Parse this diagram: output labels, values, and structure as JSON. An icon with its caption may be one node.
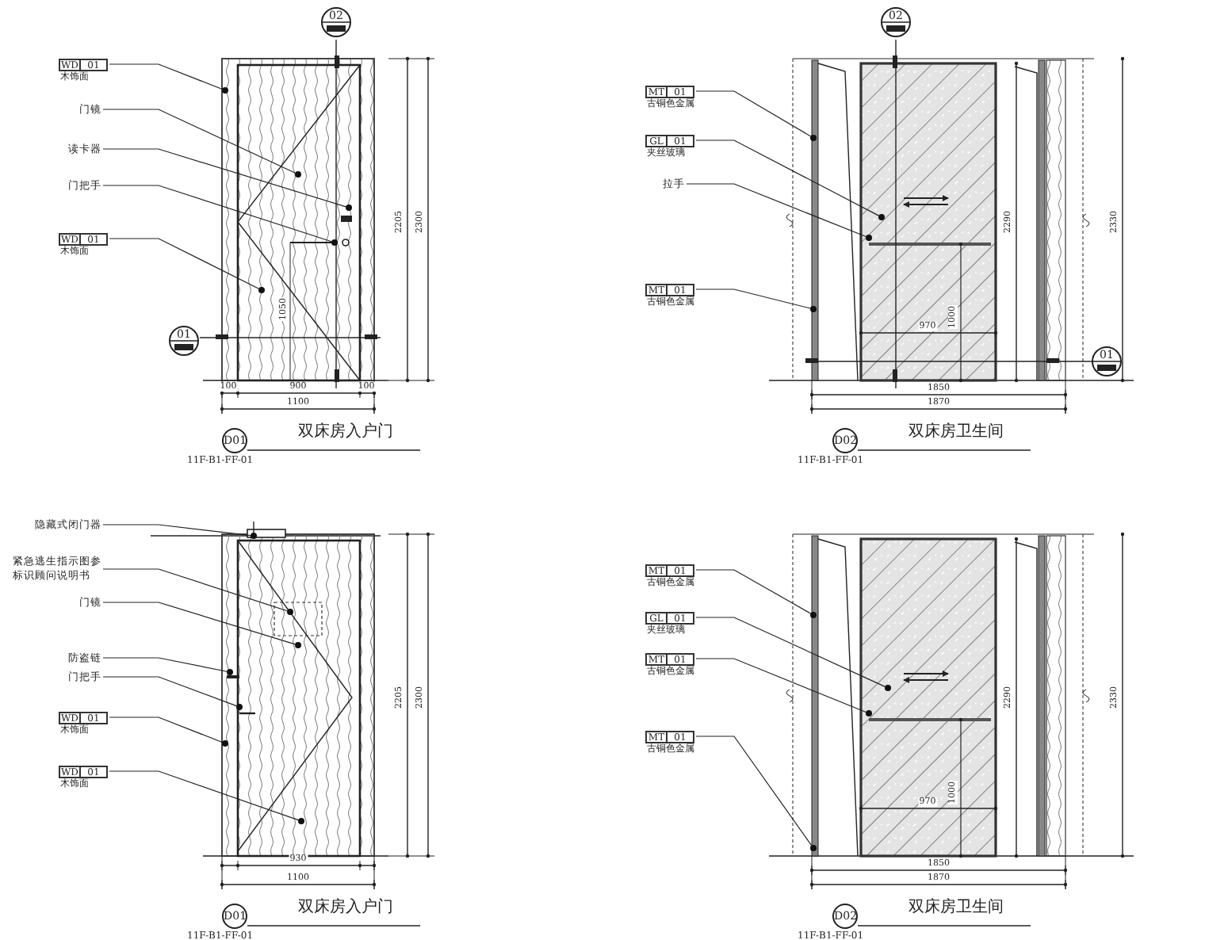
{
  "diagram": {
    "nodes": [
      {
        "text": [
          "WD",
          "01"
        ],
        "beside": [
          "木饰面"
        ]
      },
      {
        "text": [
          "门镜"
        ]
      },
      {
        "text": [
          "读卡器"
        ]
      },
      {
        "text": [
          "门把手"
        ]
      },
      {
        "text": [
          "WD",
          "01"
        ],
        "beside": [
          "木饰面"
        ]
      },
      {
        "text": [],
        "shape": "dot"
      },
      {
        "text": [],
        "shape": "dot"
      },
      {
        "text": [],
        "shape": "dot"
      },
      {
        "text": [],
        "shape": "dot"
      },
      {
        "text": [],
        "shape": "dot"
      },
      {
        "text": [
          "D01"
        ],
        "beside": [
          "双床房入户门",
          "11F-B1-FF-01"
        ]
      },
      {
        "text": [
          "MT",
          "01"
        ],
        "beside": [
          "古铜色金属"
        ]
      },
      {
        "text": [
          "GL",
          "01"
        ],
        "beside": [
          "夹丝玻璃"
        ]
      },
      {
        "text": [
          "拉手"
        ]
      },
      {
        "text": [
          "MT",
          "01"
        ],
        "beside": [
          "古铜色金属"
        ]
      },
      {
        "text": [],
        "shape": "dot"
      },
      {
        "text": [],
        "shape": "dot"
      },
      {
        "text": [],
        "shape": "dot"
      },
      {
        "text": [],
        "shape": "dot"
      },
      {
        "text": [
          "D02"
        ],
        "beside": [
          "双床房卫生间",
          "11F-B1-FF-01"
        ]
      },
      {
        "text": [
          "隐藏式闭门器"
        ]
      },
      {
        "text": [
          "紧急逃生指示图参标识顾问说明书"
        ]
      },
      {
        "text": [
          "门镜"
        ]
      },
      {
        "text": [
          "防盗链"
        ]
      },
      {
        "text": [
          "门把手"
        ]
      },
      {
        "text": [
          "WD",
          "01"
        ],
        "beside": [
          "木饰面"
        ]
      },
      {
        "text": [
          "WD",
          "01"
        ],
        "beside": [
          "木饰面"
        ]
      },
      {
        "text": [],
        "shape": "dot"
      },
      {
        "text": [],
        "shape": "dot"
      },
      {
        "text": [],
        "shape": "dot"
      },
      {
        "text": [],
        "shape": "dot"
      },
      {
        "text": [],
        "shape": "dot"
      },
      {
        "text": [],
        "shape": "dot"
      },
      {
        "text": [],
        "shape": "dot"
      },
      {
        "text": [
          "D01"
        ],
        "beside": [
          "双床房入户门",
          "11F-B1-FF-01"
        ]
      },
      {
        "text": [
          "MT",
          "01"
        ],
        "beside": [
          "古铜色金属"
        ]
      },
      {
        "text": [
          "GL",
          "01"
        ],
        "beside": [
          "夹丝玻璃"
        ]
      },
      {
        "text": [
          "MT",
          "01"
        ],
        "beside": [
          "古铜色金属"
        ]
      },
      {
        "text": [
          "MT",
          "01"
        ],
        "beside": [
          "古铜色金属"
        ]
      },
      {
        "text": [],
        "shape": "dot"
      },
      {
        "text": [],
        "shape": "dot"
      },
      {
        "text": [],
        "shape": "dot"
      },
      {
        "text": [],
        "shape": "dot"
      },
      {
        "text": [
          "D02"
        ],
        "beside": [
          "双床房卫生间",
          "11F-B1-FF-01"
        ]
      }
    ],
    "edges": [
      {
        "from": 0,
        "to": 5,
        "arrow": "none"
      },
      {
        "from": 1,
        "to": 6,
        "arrow": "none"
      },
      {
        "from": 2,
        "to": 7,
        "arrow": "none"
      },
      {
        "from": 3,
        "to": 8,
        "arrow": "none"
      },
      {
        "from": 4,
        "to": 9,
        "arrow": "none"
      },
      {
        "from": 11,
        "to": 15,
        "arrow": "none"
      },
      {
        "from": 12,
        "to": 16,
        "arrow": "none"
      },
      {
        "from": 13,
        "to": 17,
        "arrow": "none"
      },
      {
        "from": 14,
        "to": 18,
        "arrow": "none"
      },
      {
        "from": 20,
        "to": 27,
        "arrow": "none"
      },
      {
        "from": 21,
        "to": 28,
        "arrow": "none"
      },
      {
        "from": 22,
        "to": 29,
        "arrow": "none"
      },
      {
        "from": 23,
        "to": 30,
        "arrow": "none"
      },
      {
        "from": 24,
        "to": 31,
        "arrow": "none"
      },
      {
        "from": 25,
        "to": 32,
        "arrow": "none"
      },
      {
        "from": 26,
        "to": 33,
        "arrow": "none"
      },
      {
        "from": 35,
        "to": 39,
        "arrow": "none"
      },
      {
        "from": 36,
        "to": 40,
        "arrow": "none"
      },
      {
        "from": 37,
        "to": 41,
        "arrow": "none"
      },
      {
        "from": 38,
        "to": 42,
        "arrow": "none"
      }
    ],
    "labels": [
      "02",
      "01",
      "2205",
      "2300",
      "1050",
      "100",
      "900",
      "100",
      "1100",
      "02",
      "2290",
      "2330",
      "1000",
      "970",
      "1850",
      "1870",
      "01",
      "2205",
      "2300",
      "930",
      "1100",
      "2290",
      "2330",
      "1000",
      "970",
      "1850",
      "1870"
    ]
  }
}
